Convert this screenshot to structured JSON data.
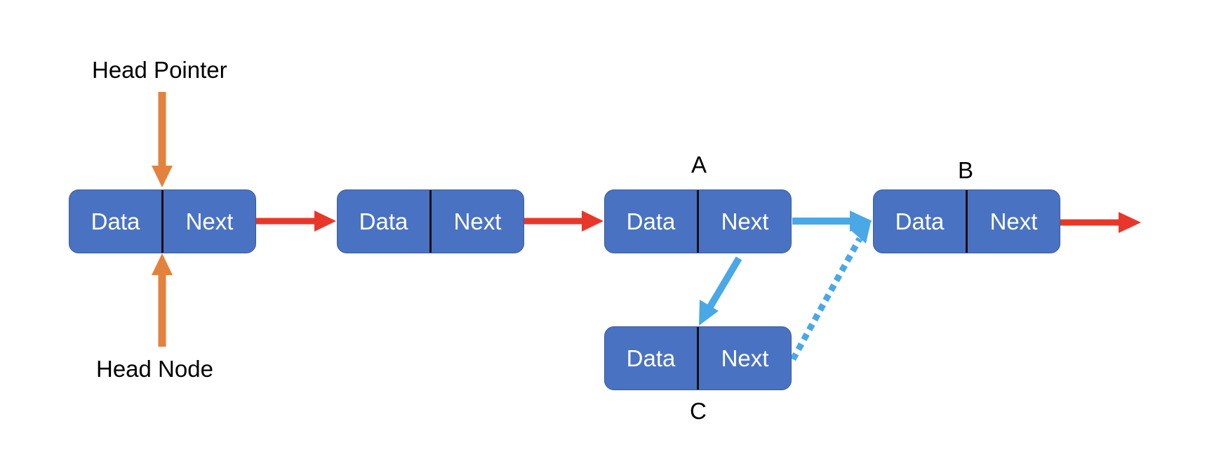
{
  "labels": {
    "head_pointer": "Head Pointer",
    "head_node": "Head Node",
    "a": "A",
    "b": "B",
    "c": "C"
  },
  "nodes": [
    {
      "id": "node-1",
      "data": "Data",
      "next": "Next"
    },
    {
      "id": "node-2",
      "data": "Data",
      "next": "Next"
    },
    {
      "id": "node-a",
      "data": "Data",
      "next": "Next"
    },
    {
      "id": "node-b",
      "data": "Data",
      "next": "Next"
    },
    {
      "id": "node-c",
      "data": "Data",
      "next": "Next"
    }
  ],
  "colors": {
    "node_fill": "#4A72C2",
    "node_border": "#3A5A98",
    "node_divider": "#111111",
    "list_arrow": "#E8372A",
    "head_arrow": "#E3823D",
    "insert_arrow": "#4AA8E6",
    "text_on_node": "#FFFFFF"
  },
  "icons": {
    "list_link": "arrow-right",
    "head_link": "arrow-vertical",
    "insert_link": "arrow-diagonal",
    "old_link": "dotted-arrow"
  }
}
